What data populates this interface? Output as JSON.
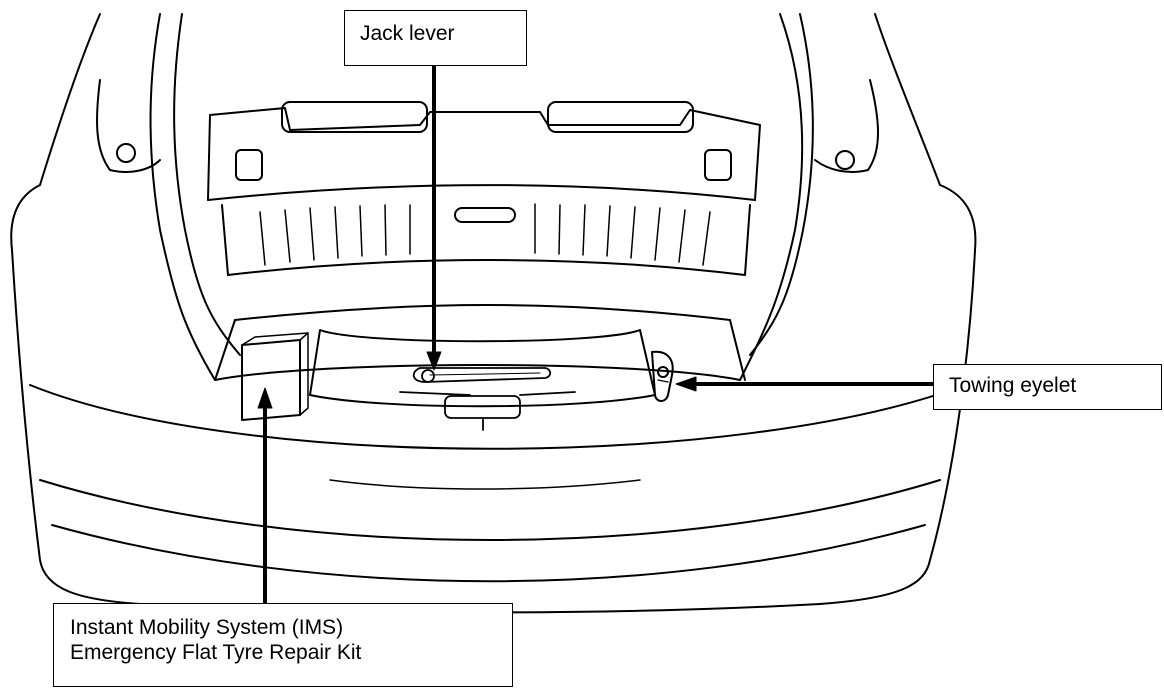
{
  "callouts": {
    "jack_lever": "Jack lever",
    "towing_eyelet": "Towing eyelet",
    "ims_line1": "Instant Mobility System (IMS)",
    "ims_line2": "Emergency Flat Tyre Repair Kit"
  },
  "colors": {
    "line": "#000000",
    "background": "#ffffff"
  }
}
